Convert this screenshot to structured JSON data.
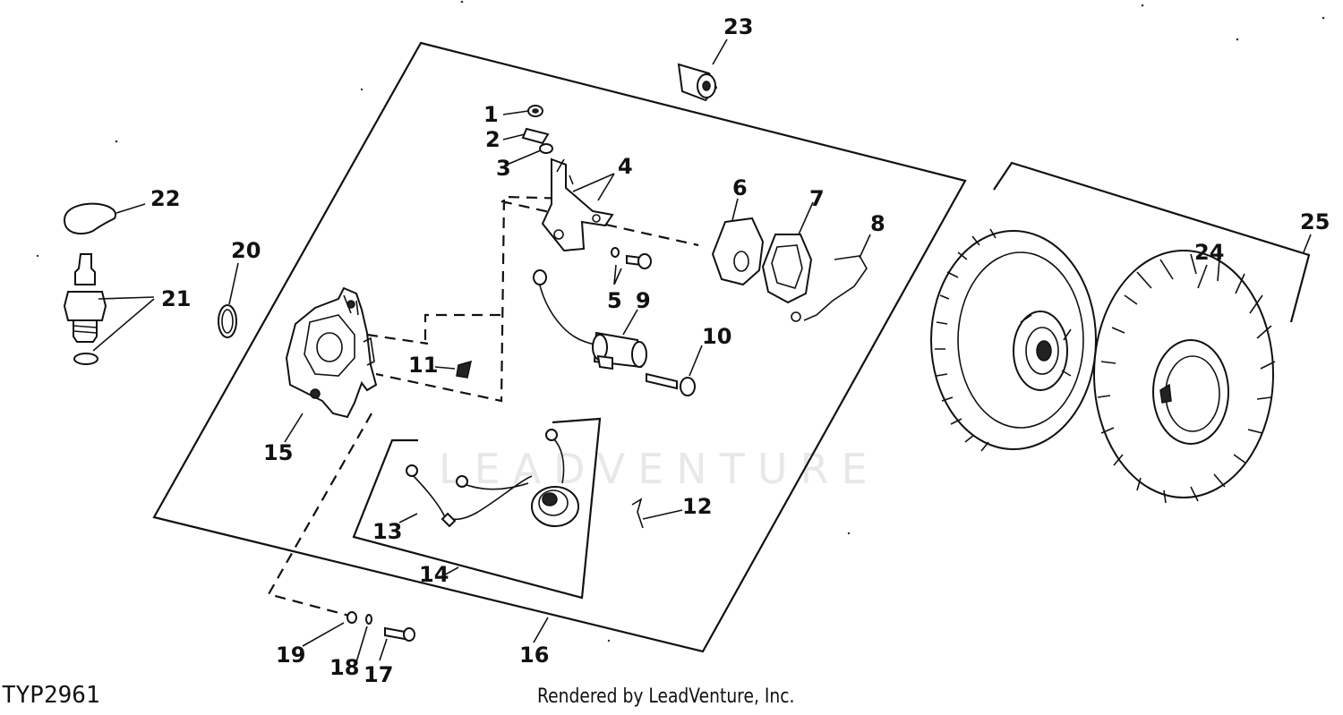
{
  "callouts": {
    "c1": "1",
    "c2": "2",
    "c3": "3",
    "c4": "4",
    "c5": "5",
    "c6": "6",
    "c7": "7",
    "c8": "8",
    "c9": "9",
    "c10": "10",
    "c11": "11",
    "c12": "12",
    "c13": "13",
    "c14": "14",
    "c15": "15",
    "c16": "16",
    "c17": "17",
    "c18": "18",
    "c19": "19",
    "c20": "20",
    "c21": "21",
    "c22": "22",
    "c23": "23",
    "c24": "24",
    "c25": "25"
  },
  "figure_code": "TYP2961",
  "credit": "Rendered by LeadVenture, Inc.",
  "watermark": "LEADVENTURE"
}
